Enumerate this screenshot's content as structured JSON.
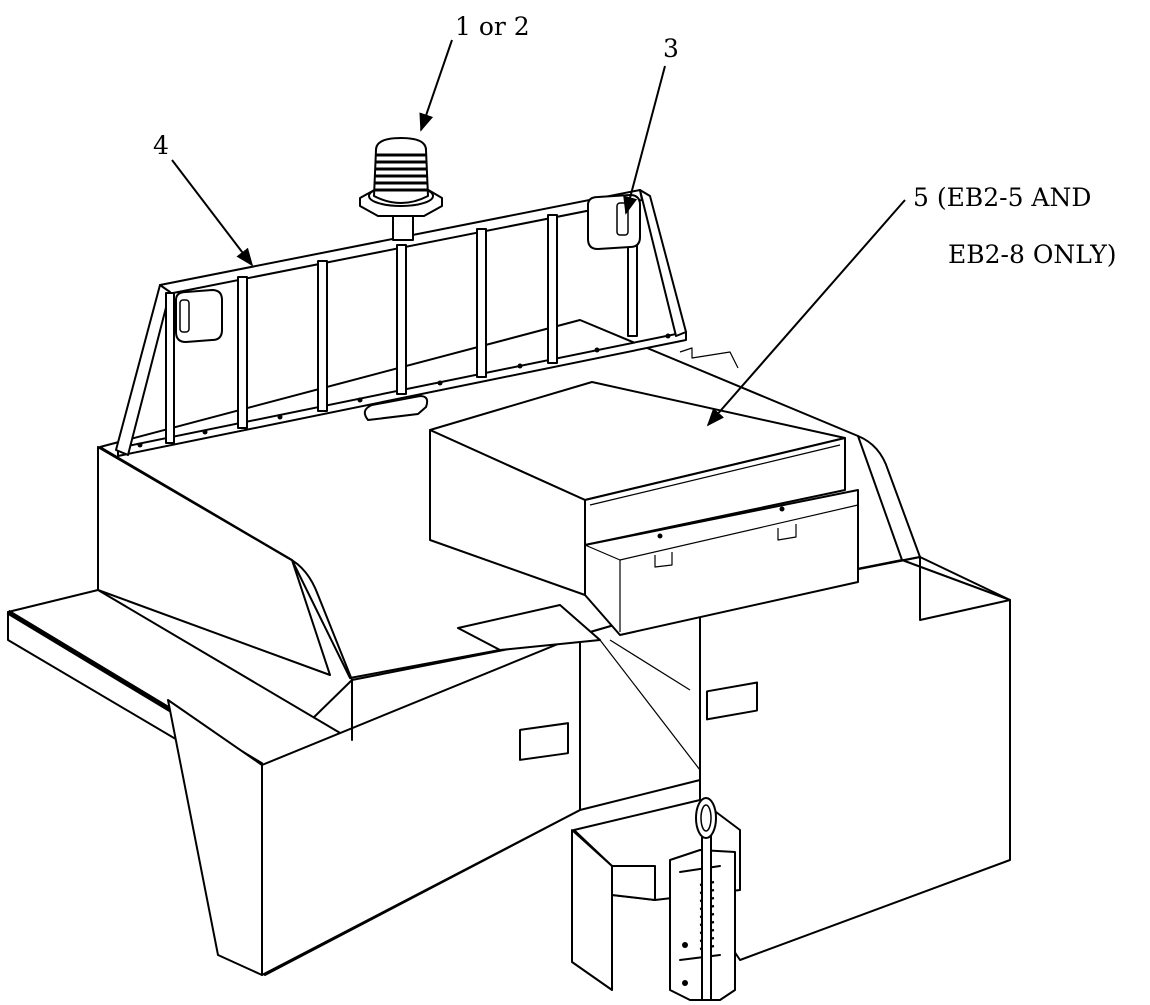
{
  "callouts": {
    "item_1_2": "1 or 2",
    "item_3": "3",
    "item_4": "4",
    "item_5_line1": "5 (EB2-5 AND",
    "item_5_line2": "EB2-8 ONLY)"
  },
  "colors": {
    "line": "#000000",
    "background": "#ffffff"
  }
}
